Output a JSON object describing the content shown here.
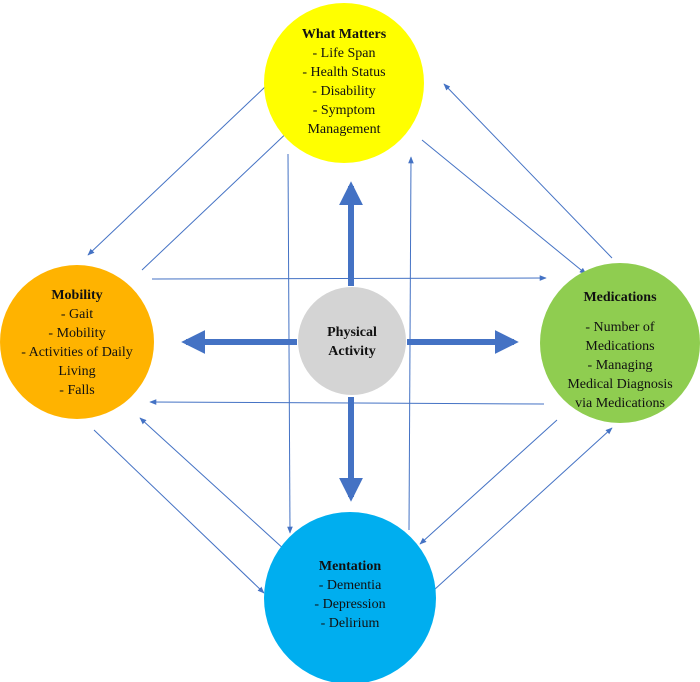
{
  "colors": {
    "what_matters": "#ffff00",
    "mobility": "#ffb300",
    "medications": "#8fcd50",
    "mentation": "#00aeef",
    "physical_activity": "#d4d4d4",
    "arrow": "#4472c4"
  },
  "nodes": {
    "what_matters": {
      "title": "What Matters",
      "items": [
        "- Life Span",
        "- Health Status",
        "- Disability",
        "- Symptom",
        "Management"
      ]
    },
    "mobility": {
      "title": "Mobility",
      "items": [
        "- Gait",
        "- Mobility",
        "- Activities of Daily",
        "Living",
        "- Falls"
      ]
    },
    "medications": {
      "title": "Medications",
      "items": [
        "- Number of",
        "Medications",
        "- Managing",
        "Medical Diagnosis",
        "via Medications"
      ]
    },
    "mentation": {
      "title": "Mentation",
      "items": [
        "- Dementia",
        "- Depression",
        "- Delirium"
      ]
    },
    "physical_activity": {
      "title_line1": "Physical",
      "title_line2": "Activity"
    }
  }
}
